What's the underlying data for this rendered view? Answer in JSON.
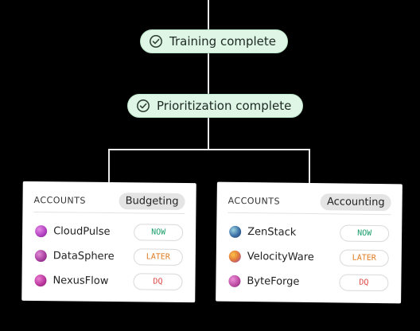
{
  "steps": [
    {
      "label": "Training complete"
    },
    {
      "label": "Prioritization complete"
    }
  ],
  "cards": [
    {
      "title": "ACCOUNTS",
      "tag": "Budgeting",
      "rows": [
        {
          "name": "CloudPulse",
          "status": "NOW",
          "status_color": "#1a9e6a",
          "dot": "#b03fbf"
        },
        {
          "name": "DataSphere",
          "status": "LATER",
          "status_color": "#e07a1f",
          "dot": "#a53b9c"
        },
        {
          "name": "NexusFlow",
          "status": "DQ",
          "status_color": "#e04848",
          "dot": "#b63399"
        }
      ]
    },
    {
      "title": "ACCOUNTS",
      "tag": "Accounting",
      "rows": [
        {
          "name": "ZenStack",
          "status": "NOW",
          "status_color": "#1a9e6a",
          "dot": "#3a6ea5"
        },
        {
          "name": "VelocityWare",
          "status": "LATER",
          "status_color": "#e07a1f",
          "dot": "#d26a3a"
        },
        {
          "name": "ByteForge",
          "status": "DQ",
          "status_color": "#e04848",
          "dot": "#b8489f"
        }
      ]
    }
  ]
}
